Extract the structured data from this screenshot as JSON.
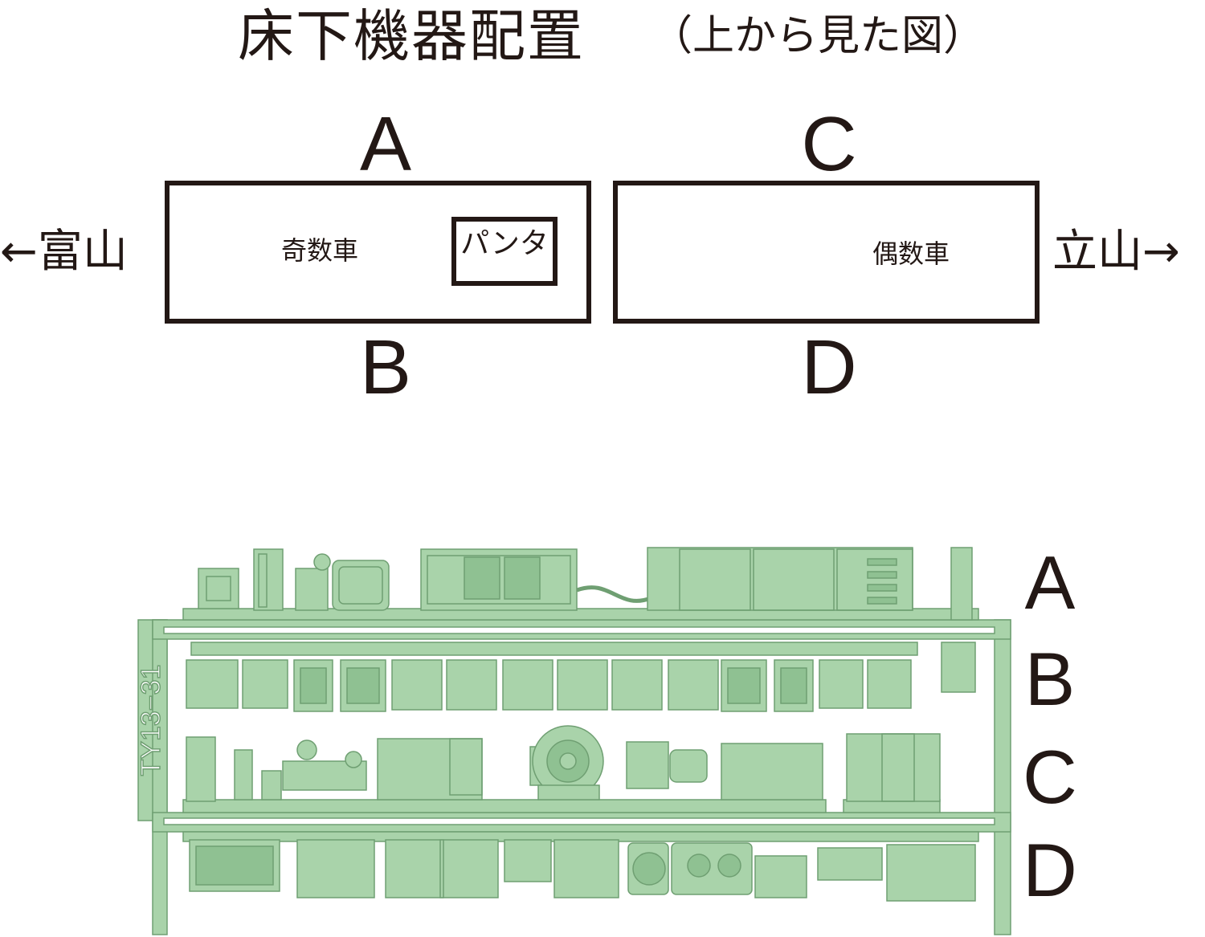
{
  "title": {
    "main": "床下機器配置",
    "sub": "（上から見た図）"
  },
  "diagram": {
    "side_a": "A",
    "side_b": "B",
    "side_c": "C",
    "side_d": "D",
    "odd_car": "奇数車",
    "even_car": "偶数車",
    "pantograph": "パンタ",
    "left_direction": "←富山",
    "right_direction": "立山→"
  },
  "parts_sheet": {
    "frame_label": "TY13−31",
    "row_labels": [
      "A",
      "B",
      "C",
      "D"
    ],
    "part_fill": "#a9d3aa",
    "part_stroke": "#6f9f72"
  }
}
